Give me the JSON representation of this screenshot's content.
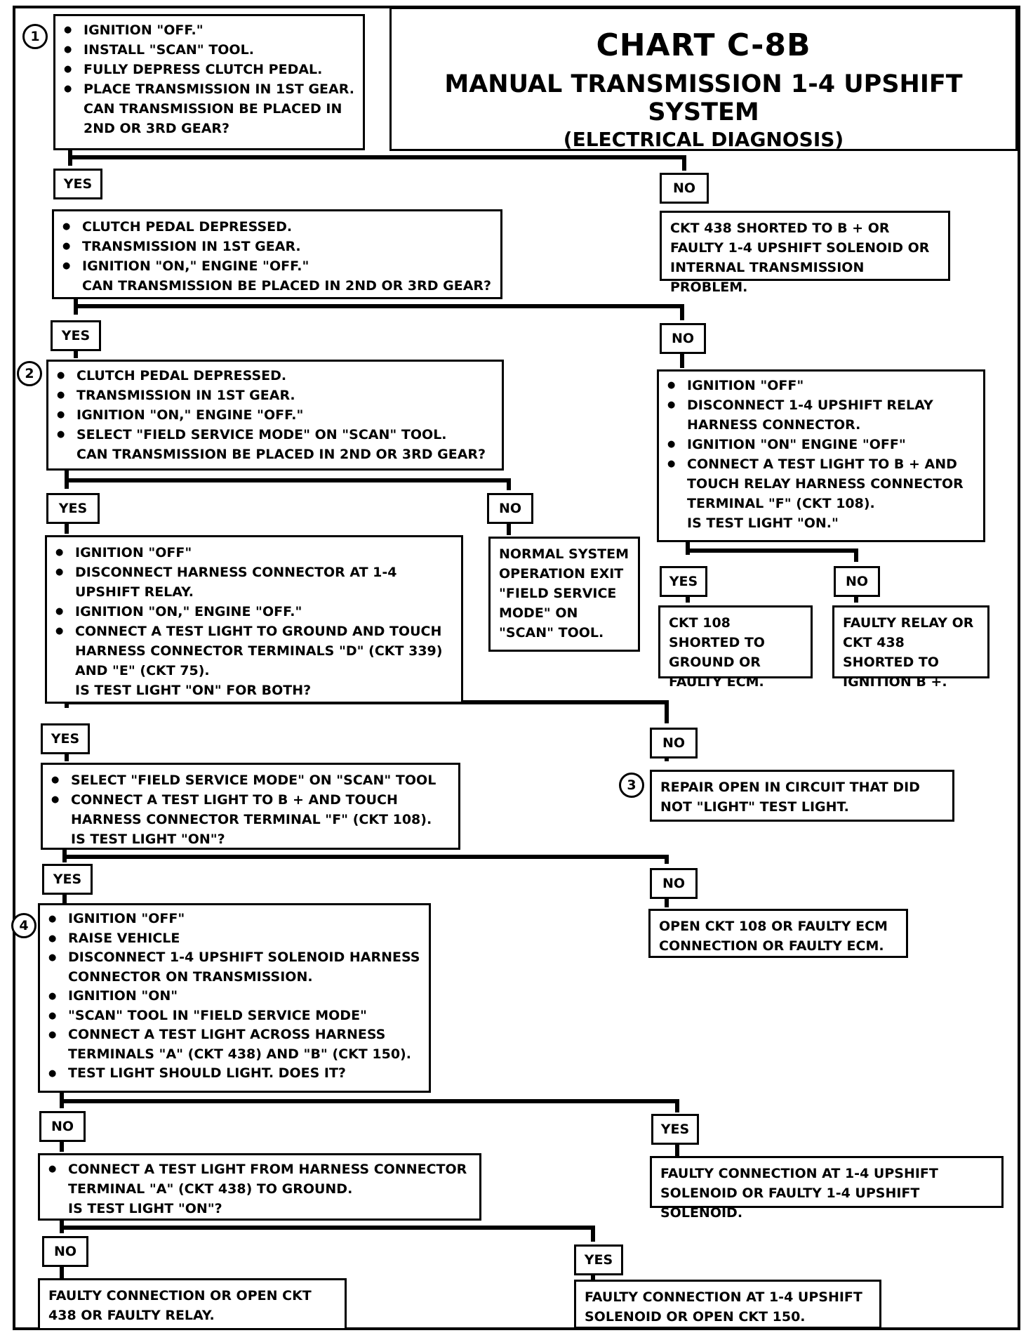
{
  "header": {
    "title": "CHART C-8B",
    "subtitle": "MANUAL TRANSMISSION 1-4 UPSHIFT SYSTEM",
    "subtitle2": "(ELECTRICAL DIAGNOSIS)"
  },
  "steps": {
    "s1": "1",
    "s2": "2",
    "s3": "3",
    "s4": "4"
  },
  "labels": {
    "yes": "YES",
    "no": "NO"
  },
  "box1": {
    "items": [
      "IGNITION \"OFF.\"",
      "INSTALL \"SCAN\" TOOL.",
      "FULLY DEPRESS CLUTCH PEDAL.",
      "PLACE TRANSMISSION IN 1ST GEAR."
    ],
    "question": "CAN TRANSMISSION BE PLACED IN 2ND OR 3RD GEAR?"
  },
  "box1_no": "CKT 438 SHORTED TO B + OR FAULTY 1-4 UPSHIFT SOLENOID OR INTERNAL TRANSMISSION PROBLEM.",
  "box2": {
    "items": [
      "CLUTCH PEDAL DEPRESSED.",
      "TRANSMISSION IN 1ST GEAR.",
      "IGNITION \"ON,\" ENGINE \"OFF.\""
    ],
    "question": "CAN TRANSMISSION BE PLACED IN 2ND OR 3RD GEAR?"
  },
  "box2_no": {
    "items": [
      "IGNITION \"OFF\"",
      "DISCONNECT 1-4 UPSHIFT RELAY HARNESS CONNECTOR.",
      "IGNITION \"ON\" ENGINE \"OFF\"",
      "CONNECT A TEST LIGHT TO B + AND TOUCH RELAY HARNESS CONNECTOR TERMINAL \"F\" (CKT 108)."
    ],
    "question": "IS TEST LIGHT \"ON.\""
  },
  "box2_no_yes": "CKT 108 SHORTED TO GROUND OR FAULTY ECM.",
  "box2_no_no": "FAULTY RELAY OR CKT 438 SHORTED TO IGNITION B +.",
  "box3": {
    "items": [
      "CLUTCH PEDAL DEPRESSED.",
      "TRANSMISSION IN 1ST GEAR.",
      "IGNITION \"ON,\" ENGINE \"OFF.\"",
      "SELECT \"FIELD SERVICE MODE\" ON \"SCAN\" TOOL."
    ],
    "question": "CAN TRANSMISSION BE PLACED IN 2ND OR 3RD GEAR?"
  },
  "box3_no": "NORMAL SYSTEM OPERATION EXIT \"FIELD SERVICE MODE\" ON \"SCAN\" TOOL.",
  "box4": {
    "items": [
      "IGNITION \"OFF\"",
      "DISCONNECT HARNESS CONNECTOR AT 1-4 UPSHIFT RELAY.",
      "IGNITION \"ON,\" ENGINE \"OFF.\"",
      "CONNECT A TEST LIGHT TO GROUND AND TOUCH HARNESS CONNECTOR TERMINALS \"D\" (CKT 339) AND \"E\" (CKT 75)."
    ],
    "question": "IS TEST LIGHT \"ON\" FOR BOTH?"
  },
  "box4_no": "REPAIR OPEN IN CIRCUIT THAT DID NOT \"LIGHT\" TEST LIGHT.",
  "box5": {
    "items": [
      "SELECT \"FIELD SERVICE MODE\" ON \"SCAN\" TOOL",
      "CONNECT A TEST LIGHT TO B + AND TOUCH HARNESS CONNECTOR TERMINAL \"F\" (CKT 108)."
    ],
    "question": "IS TEST LIGHT \"ON\"?"
  },
  "box5_no": "OPEN CKT 108 OR FAULTY ECM CONNECTION OR FAULTY ECM.",
  "box6": {
    "items": [
      "IGNITION \"OFF\"",
      "RAISE VEHICLE",
      "DISCONNECT 1-4 UPSHIFT SOLENOID HARNESS CONNECTOR ON TRANSMISSION.",
      "IGNITION \"ON\"",
      "\"SCAN\" TOOL IN \"FIELD SERVICE MODE\"",
      "CONNECT A TEST LIGHT ACROSS HARNESS TERMINALS \"A\" (CKT 438) AND \"B\" (CKT 150).",
      "TEST LIGHT SHOULD LIGHT. DOES IT?"
    ]
  },
  "box6_yes": "FAULTY CONNECTION AT 1-4 UPSHIFT SOLENOID OR FAULTY 1-4 UPSHIFT SOLENOID.",
  "box7": {
    "items": [
      "CONNECT A TEST LIGHT FROM HARNESS CONNECTOR TERMINAL \"A\" (CKT 438) TO GROUND."
    ],
    "question": "IS TEST LIGHT \"ON\"?"
  },
  "box7_no": "FAULTY CONNECTION OR OPEN CKT 438 OR FAULTY RELAY.",
  "box7_yes": "FAULTY CONNECTION AT 1-4 UPSHIFT SOLENOID OR OPEN CKT 150."
}
